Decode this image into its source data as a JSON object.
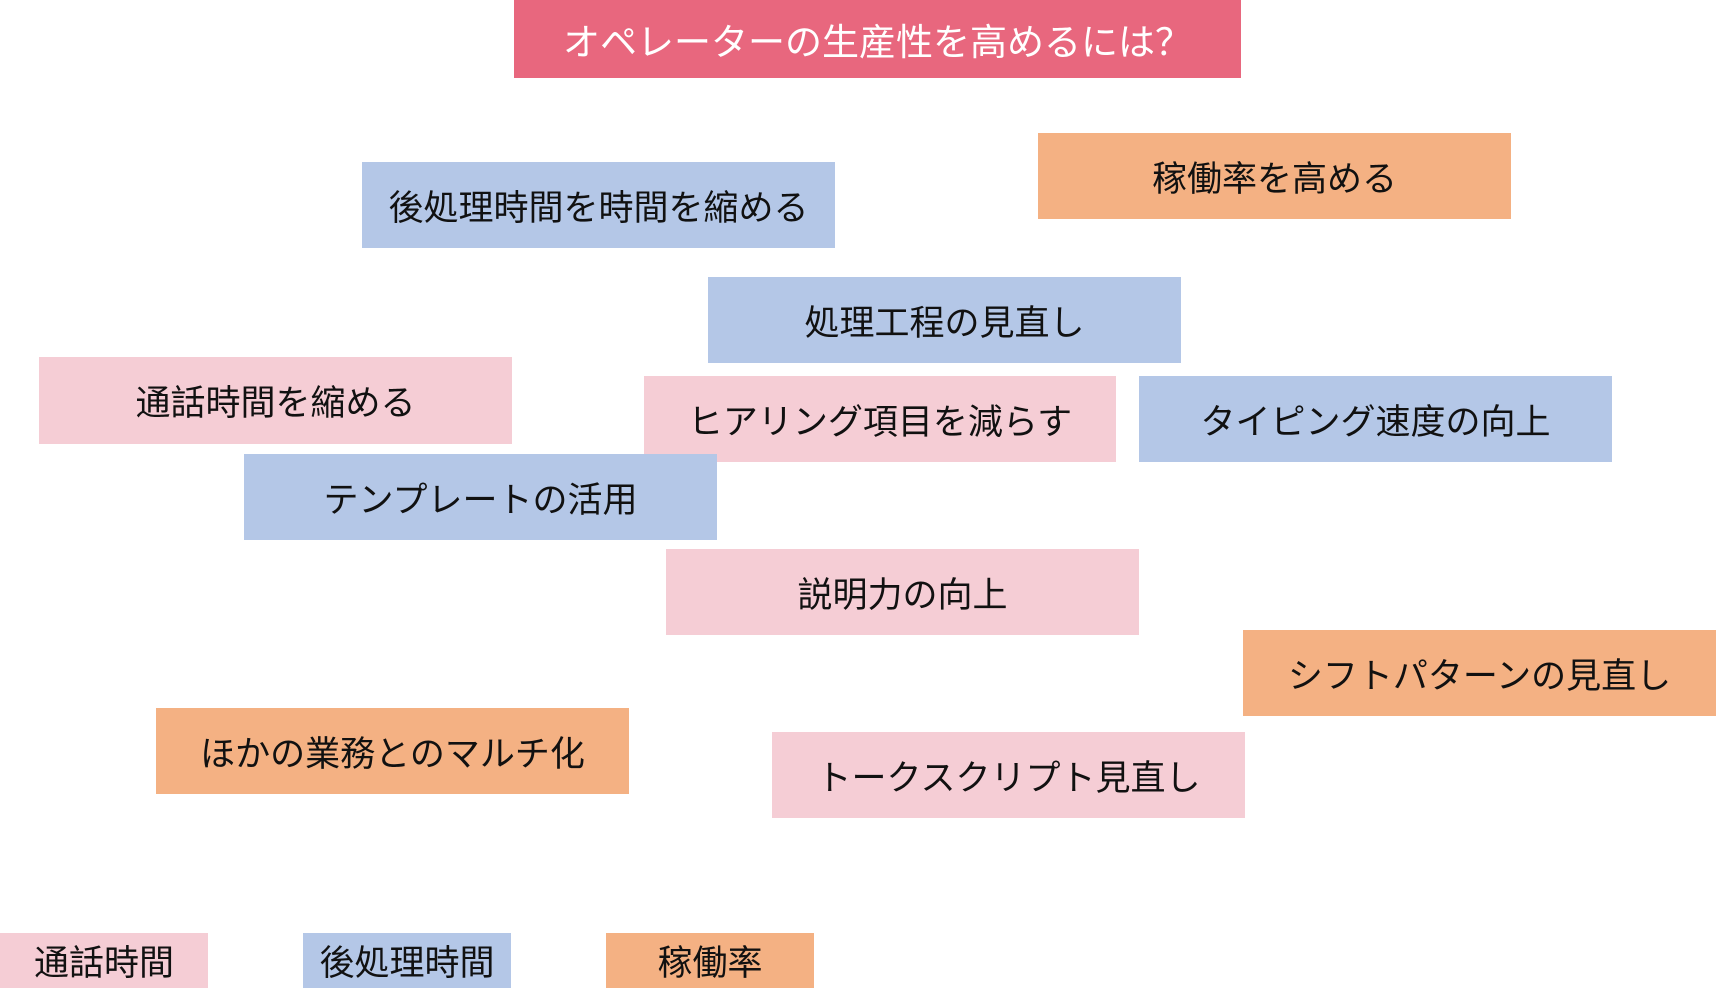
{
  "colors": {
    "title": "#e8677e",
    "call_time": "#f5cdd5",
    "after_call_work": "#b4c7e7",
    "occupancy": "#f4b183"
  },
  "title": "オペレーターの生産性を高めるには？",
  "boxes": {
    "b1": "後処理時間を時間を縮める",
    "b2": "稼働率を高める",
    "b3": "処理工程の見直し",
    "b4": "通話時間を縮める",
    "b5": "ヒアリング項目を減らす",
    "b6": "タイピング速度の向上",
    "b7": "テンプレートの活用",
    "b8": "説明力の向上",
    "b9": "シフトパターンの見直し",
    "b10": "ほかの業務とのマルチ化",
    "b11": "トークスクリプト見直し"
  },
  "legend": {
    "call_time": "通話時間",
    "after_call_work": "後処理時間",
    "occupancy": "稼働率"
  }
}
